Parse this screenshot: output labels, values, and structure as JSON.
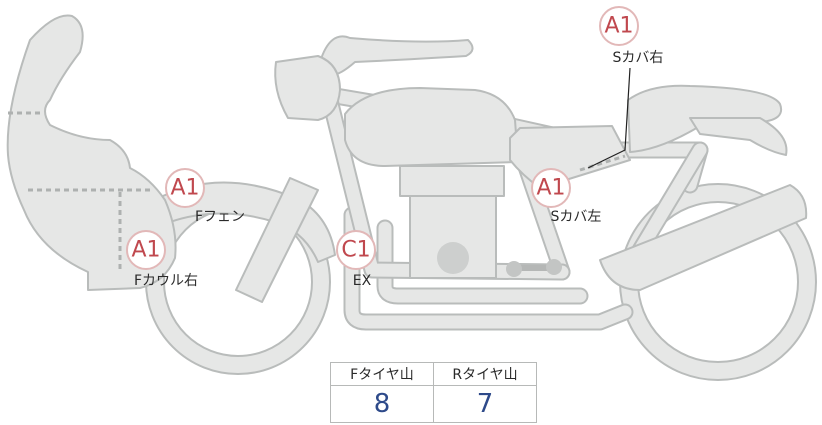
{
  "badges": [
    {
      "id": "s-cover-right",
      "grade": "A1",
      "label": "Sカバ右"
    },
    {
      "id": "f-fender",
      "grade": "A1",
      "label": "Fフェン"
    },
    {
      "id": "s-cover-left",
      "grade": "A1",
      "label": "Sカバ左"
    },
    {
      "id": "f-cowl-right",
      "grade": "A1",
      "label": "Fカウル右"
    },
    {
      "id": "exhaust",
      "grade": "C1",
      "label": "EX"
    }
  ],
  "tire_table": {
    "headers": [
      "Fタイヤ山",
      "Rタイヤ山"
    ],
    "values": [
      "8",
      "7"
    ]
  },
  "colors": {
    "body_fill": "#e6e7e6",
    "outline": "#b9bcbb",
    "grade_red": "#c0484e",
    "value_blue": "#2e4a8a"
  }
}
